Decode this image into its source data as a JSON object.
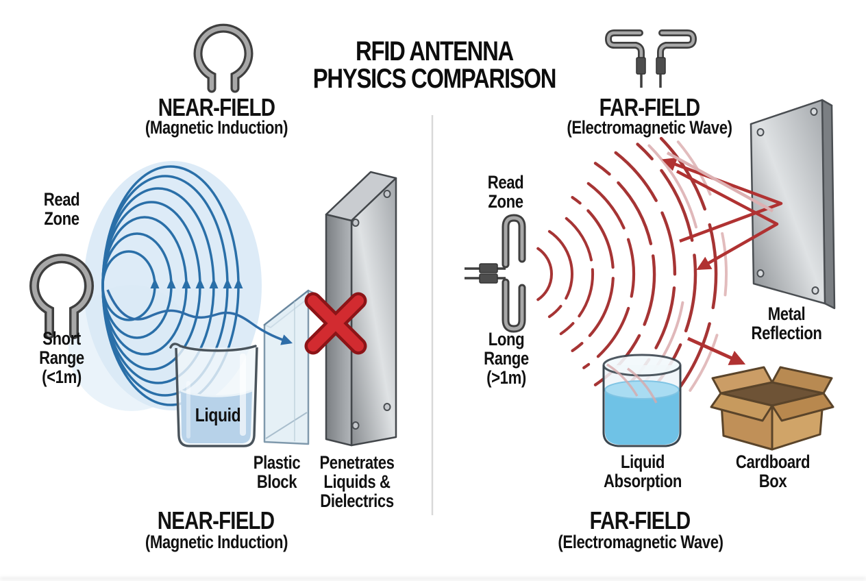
{
  "title": {
    "line1": "RFID ANTENNA",
    "line2": "PHYSICS COMPARISON"
  },
  "icons": {
    "near_field_antenna": "loop-coil-antenna-icon",
    "far_field_antenna": "dipole-antenna-icon"
  },
  "near_field": {
    "heading": "NEAR-FIELD",
    "subheading": "(Magnetic Induction)",
    "read_zone": [
      "Read",
      "Zone"
    ],
    "range": [
      "Short",
      "Range",
      "(<1m)"
    ],
    "beaker_label": "Liquid",
    "plastic_block": [
      "Plastic",
      "Block"
    ],
    "penetrates": [
      "Penetrates",
      "Liquids &",
      "Dielectrics"
    ],
    "footer_heading": "NEAR-FIELD",
    "footer_subheading": "(Magnetic Induction)"
  },
  "far_field": {
    "heading": "FAR-FIELD",
    "subheading": "(Electromagnetic Wave)",
    "read_zone": [
      "Read",
      "Zone"
    ],
    "range": [
      "Long",
      "Range",
      "(>1m)"
    ],
    "metal_reflection": [
      "Metal",
      "Reflection"
    ],
    "liquid_absorption": [
      "Liquid",
      "Absorption"
    ],
    "cardboard_box": [
      "Cardboard",
      "Box"
    ],
    "footer_heading": "FAR-FIELD",
    "footer_subheading": "(Electromagnetic Wave)"
  },
  "colors": {
    "field_line_blue": "#2a6fa8",
    "field_glow_blue": "#d9e9f6",
    "wave_red": "#a63434",
    "wave_red_pale": "#ddb0b2",
    "blocked_x_red": "#d22b30",
    "metal_gray": "#b0b4b8",
    "plastic_blue": "#e0edf5",
    "cardboard_tan": "#c49a62",
    "liquid_blue": "#6fc2e6",
    "beaker_liquid_blue": "#b7d2e9",
    "text": "#111111",
    "divider": "#d9d9d9"
  }
}
